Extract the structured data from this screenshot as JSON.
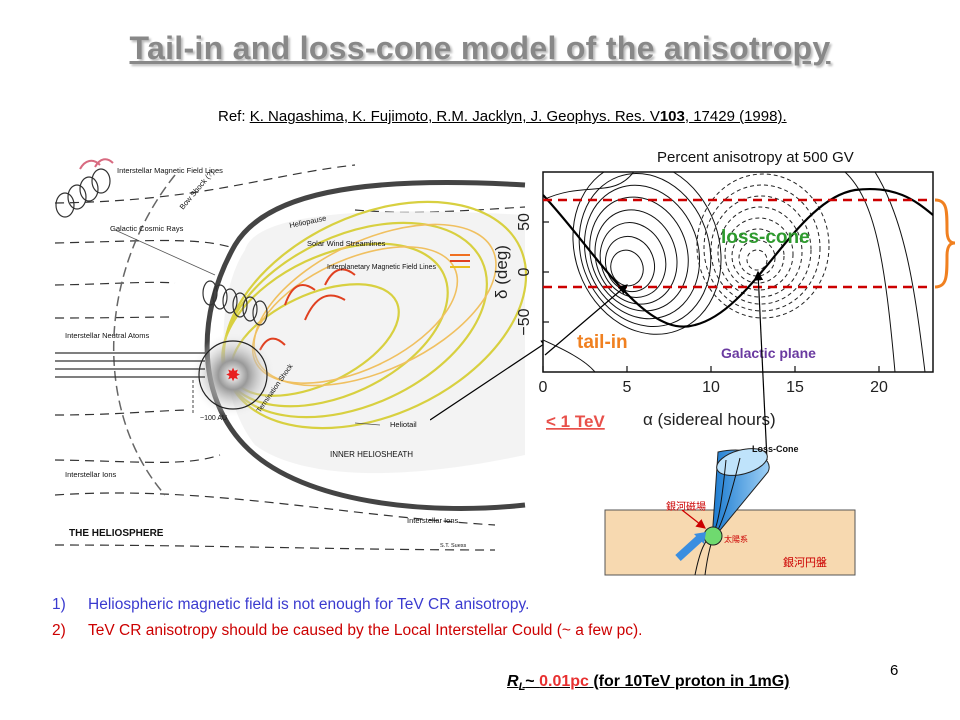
{
  "slide": {
    "title": "Tail-in and loss-cone model of the anisotropy",
    "page_number": "6"
  },
  "reference": {
    "prefix": "Ref: ",
    "citation_part1": "K. Nagashima, K. Fujimoto, R.M. Jacklyn, J. Geophys. Res. V",
    "volume": "103",
    "citation_part2": ", 17429 (1998)."
  },
  "heliosphere": {
    "labels": {
      "interstellar_magnetic_field_lines": "Interstellar Magnetic Field Lines",
      "bow_shock": "Bow Shock (?)",
      "galactic_cosmic_rays": "Galactic Cosmic Rays",
      "heliopause": "Heliopause",
      "solar_wind_streamlines": "Solar Wind Streamlines",
      "interplanetary_magnetic_field_lines": "Interplanetary Magnetic Field Lines",
      "interstellar_neutral_atoms": "Interstellar Neutral Atoms",
      "distance_100au": "~100 AU",
      "termination_shock": "Termination Shock",
      "heliotail": "Heliotail",
      "inner_heliosheath": "INNER HELIOSHEATH",
      "interstellar_ions_left": "Interstellar Ions",
      "interstellar_ions_right": "Interstellar Ions",
      "the_heliosphere": "THE HELIOSPHERE",
      "credit": "S.T. Suess"
    }
  },
  "anisotropy_plot": {
    "title": "Percent anisotropy at 500 GV",
    "ylabel": "δ (deg)",
    "xlabel": "α (sidereal hours)",
    "x_ticks": [
      "0",
      "5",
      "10",
      "15",
      "20"
    ],
    "y_ticks": [
      "50",
      "0",
      "−50"
    ],
    "annotations": {
      "loss_cone": "loss-cone",
      "tail_in": "tail-in",
      "galactic_plane": "Galactic plane",
      "energy_limit": "< 1 TeV"
    },
    "colors": {
      "loss_cone": "#2e9a2e",
      "tail_in": "#f08020",
      "galactic_plane": "#6a3aa0",
      "energy_limit": "#e8504a",
      "band": "#cc0000",
      "brace": "#f08020"
    }
  },
  "losscone_sketch": {
    "loss_cone_label": "Loss-Cone",
    "galactic_field_label": "銀河磁場",
    "solar_system_label": "太陽系",
    "galactic_disk_label": "銀河円盤"
  },
  "notes": {
    "item1_number": "1)",
    "item1_text": "Heliospheric magnetic field is not enough for TeV CR anisotropy.",
    "item2_number": "2)",
    "item2_text": "TeV CR anisotropy should be caused by the Local Interstellar Could (~ a few pc).",
    "colors": {
      "item1": "#3a3acf",
      "item2": "#cc0000"
    }
  },
  "larmor": {
    "symbol": "R",
    "subscript": "L",
    "tilde": "~ ",
    "value": "0.01pc",
    "rest": " (for 10TeV proton in 1mG)",
    "value_color": "#e83030"
  }
}
